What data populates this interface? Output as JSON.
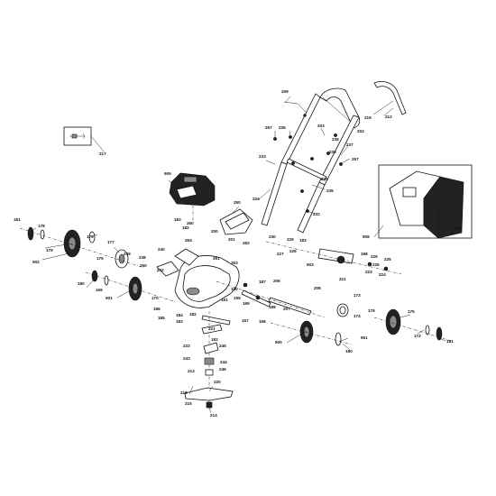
{
  "diagram": {
    "callouts": [
      {
        "id": "209",
        "name": "callout-209",
        "text": "209"
      },
      {
        "id": "219",
        "name": "callout-219",
        "text": "219"
      },
      {
        "id": "212",
        "name": "callout-212",
        "text": "212"
      },
      {
        "id": "257a",
        "name": "callout-257a",
        "text": "257"
      },
      {
        "id": "236a",
        "name": "callout-236a",
        "text": "236"
      },
      {
        "id": "203",
        "name": "callout-203",
        "text": "203"
      },
      {
        "id": "202",
        "name": "callout-202",
        "text": "202"
      },
      {
        "id": "237a",
        "name": "callout-237a",
        "text": "237"
      },
      {
        "id": "238",
        "name": "callout-238",
        "text": "238"
      },
      {
        "id": "236b",
        "name": "callout-236b",
        "text": "236"
      },
      {
        "id": "233",
        "name": "callout-233",
        "text": "233"
      },
      {
        "id": "257b",
        "name": "callout-257b",
        "text": "257"
      },
      {
        "id": "235",
        "name": "callout-235",
        "text": "235"
      },
      {
        "id": "231",
        "name": "callout-231",
        "text": "231"
      },
      {
        "id": "234",
        "name": "callout-234",
        "text": "234"
      },
      {
        "id": "232",
        "name": "callout-232",
        "text": "232"
      },
      {
        "id": "217",
        "name": "callout-217",
        "text": "217"
      },
      {
        "id": "905",
        "name": "callout-905",
        "text": "905"
      },
      {
        "id": "250",
        "name": "callout-250",
        "text": "250"
      },
      {
        "id": "183a",
        "name": "callout-183a",
        "text": "183"
      },
      {
        "id": "260",
        "name": "callout-260",
        "text": "260"
      },
      {
        "id": "182a",
        "name": "callout-182a",
        "text": "182"
      },
      {
        "id": "181a",
        "name": "callout-181a",
        "text": "181"
      },
      {
        "id": "178a",
        "name": "callout-178a",
        "text": "178"
      },
      {
        "id": "179a",
        "name": "callout-179a",
        "text": "179"
      },
      {
        "id": "176a",
        "name": "callout-176a",
        "text": "176"
      },
      {
        "id": "177a",
        "name": "callout-177a",
        "text": "177"
      },
      {
        "id": "902a",
        "name": "callout-902a",
        "text": "902"
      },
      {
        "id": "175a",
        "name": "callout-175a",
        "text": "175"
      },
      {
        "id": "249",
        "name": "callout-249",
        "text": "249"
      },
      {
        "id": "240",
        "name": "callout-240",
        "text": "240"
      },
      {
        "id": "264",
        "name": "callout-264",
        "text": "264"
      },
      {
        "id": "201",
        "name": "callout-201",
        "text": "201"
      },
      {
        "id": "262",
        "name": "callout-262",
        "text": "262"
      },
      {
        "id": "200",
        "name": "callout-200",
        "text": "200"
      },
      {
        "id": "230",
        "name": "callout-230",
        "text": "230"
      },
      {
        "id": "229a",
        "name": "callout-229a",
        "text": "229"
      },
      {
        "id": "183b",
        "name": "callout-183b",
        "text": "183"
      },
      {
        "id": "227",
        "name": "callout-227",
        "text": "227"
      },
      {
        "id": "226a",
        "name": "callout-226a",
        "text": "226"
      },
      {
        "id": "903",
        "name": "callout-903",
        "text": "903"
      },
      {
        "id": "198",
        "name": "callout-198",
        "text": "198"
      },
      {
        "id": "229b",
        "name": "callout-229b",
        "text": "229"
      },
      {
        "id": "225",
        "name": "callout-225",
        "text": "225"
      },
      {
        "id": "226b",
        "name": "callout-226b",
        "text": "226"
      },
      {
        "id": "223",
        "name": "callout-223",
        "text": "223"
      },
      {
        "id": "224",
        "name": "callout-224",
        "text": "224"
      },
      {
        "id": "211",
        "name": "callout-211",
        "text": "211"
      },
      {
        "id": "908",
        "name": "callout-908",
        "text": "908"
      },
      {
        "id": "210",
        "name": "callout-210",
        "text": "210"
      },
      {
        "id": "260b",
        "name": "callout-260b",
        "text": "260"
      },
      {
        "id": "238b",
        "name": "callout-238b",
        "text": "238"
      },
      {
        "id": "242",
        "name": "callout-242",
        "text": "242"
      },
      {
        "id": "261",
        "name": "callout-261",
        "text": "261"
      },
      {
        "id": "263",
        "name": "callout-263",
        "text": "263"
      },
      {
        "id": "180a",
        "name": "callout-180a",
        "text": "180"
      },
      {
        "id": "169",
        "name": "callout-169",
        "text": "169"
      },
      {
        "id": "901",
        "name": "callout-901",
        "text": "901"
      },
      {
        "id": "170",
        "name": "callout-170",
        "text": "170"
      },
      {
        "id": "187",
        "name": "callout-187",
        "text": "187"
      },
      {
        "id": "206",
        "name": "callout-206",
        "text": "206"
      },
      {
        "id": "208",
        "name": "callout-208",
        "text": "208"
      },
      {
        "id": "190",
        "name": "callout-190",
        "text": "190"
      },
      {
        "id": "191",
        "name": "callout-191",
        "text": "191"
      },
      {
        "id": "195",
        "name": "callout-195",
        "text": "195"
      },
      {
        "id": "199",
        "name": "callout-199",
        "text": "199"
      },
      {
        "id": "188",
        "name": "callout-188",
        "text": "188"
      },
      {
        "id": "207",
        "name": "callout-207",
        "text": "207"
      },
      {
        "id": "173",
        "name": "callout-173",
        "text": "173"
      },
      {
        "id": "186",
        "name": "callout-186",
        "text": "186"
      },
      {
        "id": "185",
        "name": "callout-185",
        "text": "185"
      },
      {
        "id": "184",
        "name": "callout-184",
        "text": "184"
      },
      {
        "id": "183c",
        "name": "callout-183c",
        "text": "183"
      },
      {
        "id": "182b",
        "name": "callout-182b",
        "text": "182"
      },
      {
        "id": "167",
        "name": "callout-167",
        "text": "167"
      },
      {
        "id": "168",
        "name": "callout-168",
        "text": "168"
      },
      {
        "id": "174",
        "name": "callout-174",
        "text": "174"
      },
      {
        "id": "176b",
        "name": "callout-176b",
        "text": "176"
      },
      {
        "id": "175b",
        "name": "callout-175b",
        "text": "175"
      },
      {
        "id": "172",
        "name": "callout-172",
        "text": "172"
      },
      {
        "id": "181b",
        "name": "callout-181b",
        "text": "181"
      },
      {
        "id": "221",
        "name": "callout-221",
        "text": "221"
      },
      {
        "id": "222",
        "name": "callout-222",
        "text": "222"
      },
      {
        "id": "245",
        "name": "callout-245",
        "text": "245"
      },
      {
        "id": "243",
        "name": "callout-243",
        "text": "243"
      },
      {
        "id": "244",
        "name": "callout-244",
        "text": "244"
      },
      {
        "id": "213",
        "name": "callout-213",
        "text": "213"
      },
      {
        "id": "246",
        "name": "callout-246",
        "text": "246"
      },
      {
        "id": "220",
        "name": "callout-220",
        "text": "220"
      },
      {
        "id": "218",
        "name": "callout-218",
        "text": "218"
      },
      {
        "id": "215",
        "name": "callout-215",
        "text": "215"
      },
      {
        "id": "214",
        "name": "callout-214",
        "text": "214"
      },
      {
        "id": "900",
        "name": "callout-900",
        "text": "900"
      },
      {
        "id": "180b",
        "name": "callout-180b",
        "text": "180"
      },
      {
        "id": "951",
        "name": "callout-951",
        "text": "951"
      },
      {
        "id": "182c",
        "name": "callout-182c",
        "text": "182"
      }
    ],
    "accent_color": "#c0282d"
  }
}
